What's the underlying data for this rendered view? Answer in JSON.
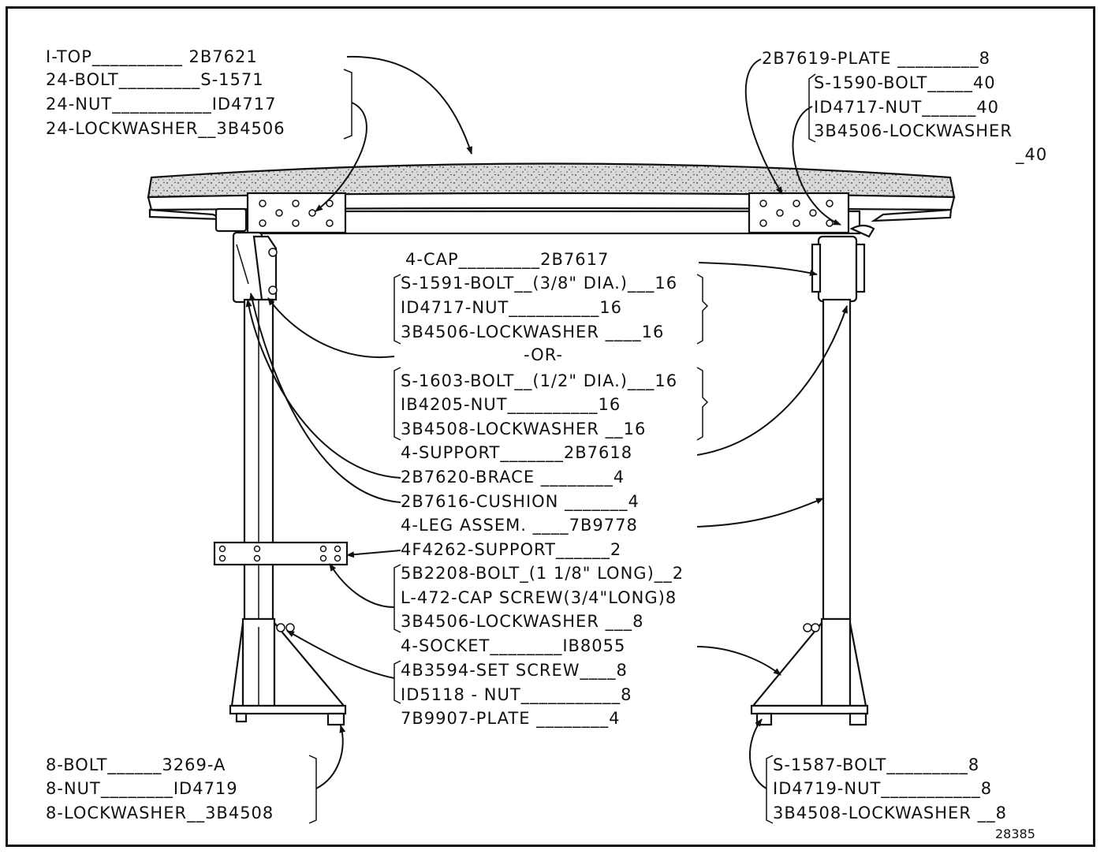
{
  "figure_number": "28385",
  "labels": {
    "top_left": [
      "I-TOP__________ 2B7621",
      "24-BOLT_________S-1571",
      "24-NUT___________ID4717",
      "24-LOCKWASHER__3B4506"
    ],
    "top_right": [
      "2B7619-PLATE _________8",
      "S-1590-BOLT_____40",
      "ID4717-NUT______40",
      "3B4506-LOCKWASHER",
      "_40"
    ],
    "center_cap": "4-CAP_________2B7617",
    "center_group1": [
      "S-1591-BOLT__(3/8\" DIA.)___16",
      "ID4717-NUT__________16",
      "3B4506-LOCKWASHER ____16"
    ],
    "or": "-OR-",
    "center_group2": [
      "S-1603-BOLT__(1/2\" DIA.)___16",
      "IB4205-NUT__________16",
      "3B4508-LOCKWASHER __16"
    ],
    "center_mid": [
      "4-SUPPORT_______2B7618",
      "2B7620-BRACE ________4",
      "2B7616-CUSHION _______4",
      "4-LEG ASSEM. ____7B9778",
      "4F4262-SUPPORT______2"
    ],
    "center_group3": [
      "5B2208-BOLT_(1 1/8\" LONG)__2",
      "L-472-CAP SCREW(3/4\"LONG)8",
      "3B4506-LOCKWASHER ___8"
    ],
    "center_socket": "4-SOCKET________IB8055",
    "center_group4": [
      "4B3594-SET SCREW____8",
      "ID5118 - NUT___________8"
    ],
    "center_plate": "7B9907-PLATE ________4",
    "bottom_left": [
      "8-BOLT______3269-A",
      "8-NUT________ID4719",
      "8-LOCKWASHER__3B4508"
    ],
    "bottom_right": [
      "S-1587-BOLT_________8",
      "ID4719-NUT___________8",
      "3B4508-LOCKWASHER __8"
    ]
  }
}
